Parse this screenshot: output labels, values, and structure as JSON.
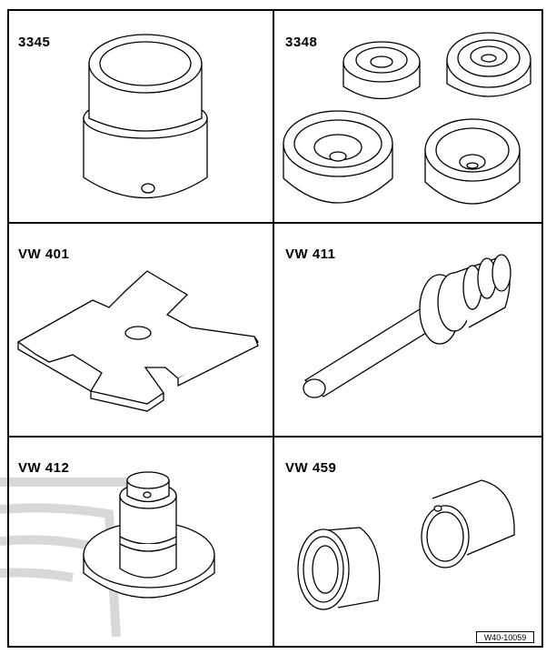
{
  "tools": [
    {
      "id": "3345"
    },
    {
      "id": "3348"
    },
    {
      "id": "VW 401"
    },
    {
      "id": "VW 411"
    },
    {
      "id": "VW 412"
    },
    {
      "id": "VW 459"
    }
  ],
  "figure_ref": "W40-10059"
}
